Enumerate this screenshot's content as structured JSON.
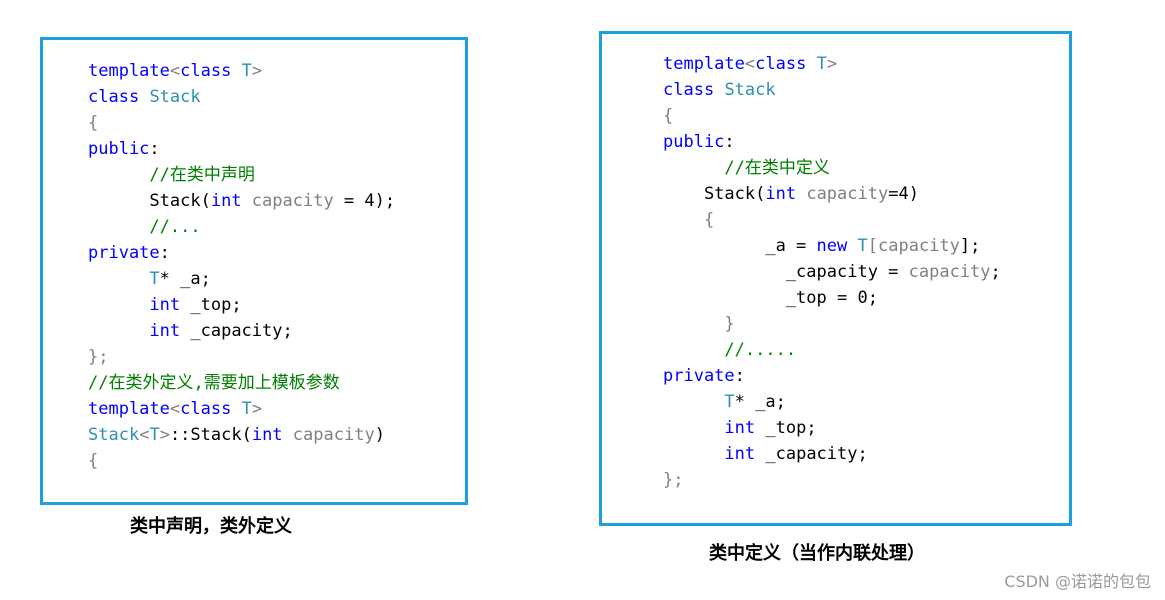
{
  "left_panel": {
    "lines": [
      [
        {
          "t": "template",
          "c": "kw"
        },
        {
          "t": "<",
          "c": "pm"
        },
        {
          "t": "class",
          "c": "kw"
        },
        {
          "t": " ",
          "c": "ph"
        },
        {
          "t": "T",
          "c": "ty"
        },
        {
          "t": ">",
          "c": "pm"
        }
      ],
      [
        {
          "t": "class",
          "c": "kw"
        },
        {
          "t": " ",
          "c": "ph"
        },
        {
          "t": "Stack",
          "c": "ty"
        }
      ],
      [
        {
          "t": "{",
          "c": "pm"
        }
      ],
      [
        {
          "t": "public",
          "c": "kw"
        },
        {
          "t": ":",
          "c": "ph"
        }
      ],
      [
        {
          "t": "      ",
          "c": "ph"
        },
        {
          "t": "//在类中声明",
          "c": "cm"
        }
      ],
      [
        {
          "t": "      Stack(",
          "c": "ph"
        },
        {
          "t": "int",
          "c": "kw"
        },
        {
          "t": " ",
          "c": "ph"
        },
        {
          "t": "capacity",
          "c": "pm"
        },
        {
          "t": " = 4);",
          "c": "ph"
        }
      ],
      [
        {
          "t": "      ",
          "c": "ph"
        },
        {
          "t": "//...",
          "c": "cm"
        }
      ],
      [
        {
          "t": "private",
          "c": "kw"
        },
        {
          "t": ":",
          "c": "ph"
        }
      ],
      [
        {
          "t": "      ",
          "c": "ph"
        },
        {
          "t": "T",
          "c": "ty"
        },
        {
          "t": "* _a;",
          "c": "ph"
        }
      ],
      [
        {
          "t": "      ",
          "c": "ph"
        },
        {
          "t": "int",
          "c": "kw"
        },
        {
          "t": " _top;",
          "c": "ph"
        }
      ],
      [
        {
          "t": "      ",
          "c": "ph"
        },
        {
          "t": "int",
          "c": "kw"
        },
        {
          "t": " _capacity;",
          "c": "ph"
        }
      ],
      [
        {
          "t": "};",
          "c": "pm"
        }
      ],
      [
        {
          "t": "//在类外定义,需要加上模板参数",
          "c": "cm"
        }
      ],
      [
        {
          "t": "template",
          "c": "kw"
        },
        {
          "t": "<",
          "c": "pm"
        },
        {
          "t": "class",
          "c": "kw"
        },
        {
          "t": " ",
          "c": "ph"
        },
        {
          "t": "T",
          "c": "ty"
        },
        {
          "t": ">",
          "c": "pm"
        }
      ],
      [
        {
          "t": "Stack",
          "c": "ty"
        },
        {
          "t": "<",
          "c": "pm"
        },
        {
          "t": "T",
          "c": "ty"
        },
        {
          "t": ">",
          "c": "pm"
        },
        {
          "t": "::Stack(",
          "c": "ph"
        },
        {
          "t": "int",
          "c": "kw"
        },
        {
          "t": " ",
          "c": "ph"
        },
        {
          "t": "capacity",
          "c": "pm"
        },
        {
          "t": ")",
          "c": "ph"
        }
      ],
      [
        {
          "t": "{",
          "c": "pm"
        }
      ]
    ]
  },
  "right_panel": {
    "lines": [
      [
        {
          "t": "template",
          "c": "kw"
        },
        {
          "t": "<",
          "c": "pm"
        },
        {
          "t": "class",
          "c": "kw"
        },
        {
          "t": " ",
          "c": "ph"
        },
        {
          "t": "T",
          "c": "ty"
        },
        {
          "t": ">",
          "c": "pm"
        }
      ],
      [
        {
          "t": "class",
          "c": "kw"
        },
        {
          "t": " ",
          "c": "ph"
        },
        {
          "t": "Stack",
          "c": "ty"
        }
      ],
      [
        {
          "t": "{",
          "c": "pm"
        }
      ],
      [
        {
          "t": "public",
          "c": "kw"
        },
        {
          "t": ":",
          "c": "ph"
        }
      ],
      [
        {
          "t": "      ",
          "c": "ph"
        },
        {
          "t": "//在类中定义",
          "c": "cm"
        }
      ],
      [
        {
          "t": "    Stack(",
          "c": "ph"
        },
        {
          "t": "int",
          "c": "kw"
        },
        {
          "t": " ",
          "c": "ph"
        },
        {
          "t": "capacity",
          "c": "pm"
        },
        {
          "t": "=4)",
          "c": "ph"
        }
      ],
      [
        {
          "t": "    ",
          "c": "ph"
        },
        {
          "t": "{",
          "c": "pm"
        }
      ],
      [
        {
          "t": "          _a = ",
          "c": "ph"
        },
        {
          "t": "new",
          "c": "kw"
        },
        {
          "t": " ",
          "c": "ph"
        },
        {
          "t": "T",
          "c": "ty"
        },
        {
          "t": "[",
          "c": "pm"
        },
        {
          "t": "capacity",
          "c": "pm"
        },
        {
          "t": "];",
          "c": "ph"
        }
      ],
      [
        {
          "t": "            _capacity = ",
          "c": "ph"
        },
        {
          "t": "capacity",
          "c": "pm"
        },
        {
          "t": ";",
          "c": "ph"
        }
      ],
      [
        {
          "t": "            _top = 0;",
          "c": "ph"
        }
      ],
      [
        {
          "t": "      ",
          "c": "ph"
        },
        {
          "t": "}",
          "c": "pm"
        }
      ],
      [
        {
          "t": "      ",
          "c": "ph"
        },
        {
          "t": "//.....",
          "c": "cm"
        }
      ],
      [
        {
          "t": "private",
          "c": "kw"
        },
        {
          "t": ":",
          "c": "ph"
        }
      ],
      [
        {
          "t": "      ",
          "c": "ph"
        },
        {
          "t": "T",
          "c": "ty"
        },
        {
          "t": "* _a;",
          "c": "ph"
        }
      ],
      [
        {
          "t": "      ",
          "c": "ph"
        },
        {
          "t": "int",
          "c": "kw"
        },
        {
          "t": " _top;",
          "c": "ph"
        }
      ],
      [
        {
          "t": "      ",
          "c": "ph"
        },
        {
          "t": "int",
          "c": "kw"
        },
        {
          "t": " _capacity;",
          "c": "ph"
        }
      ],
      [
        {
          "t": "};",
          "c": "pm"
        }
      ]
    ]
  },
  "captions": {
    "left": "类中声明，类外定义",
    "right": "类中定义（当作内联处理）"
  },
  "watermark": "CSDN @诺诺的包包",
  "colors": {
    "frame": "#1ba1e2",
    "keyword": "#0000ff",
    "type": "#2b91af",
    "comment": "#008000",
    "parameter": "#808080",
    "plain": "#000000"
  }
}
